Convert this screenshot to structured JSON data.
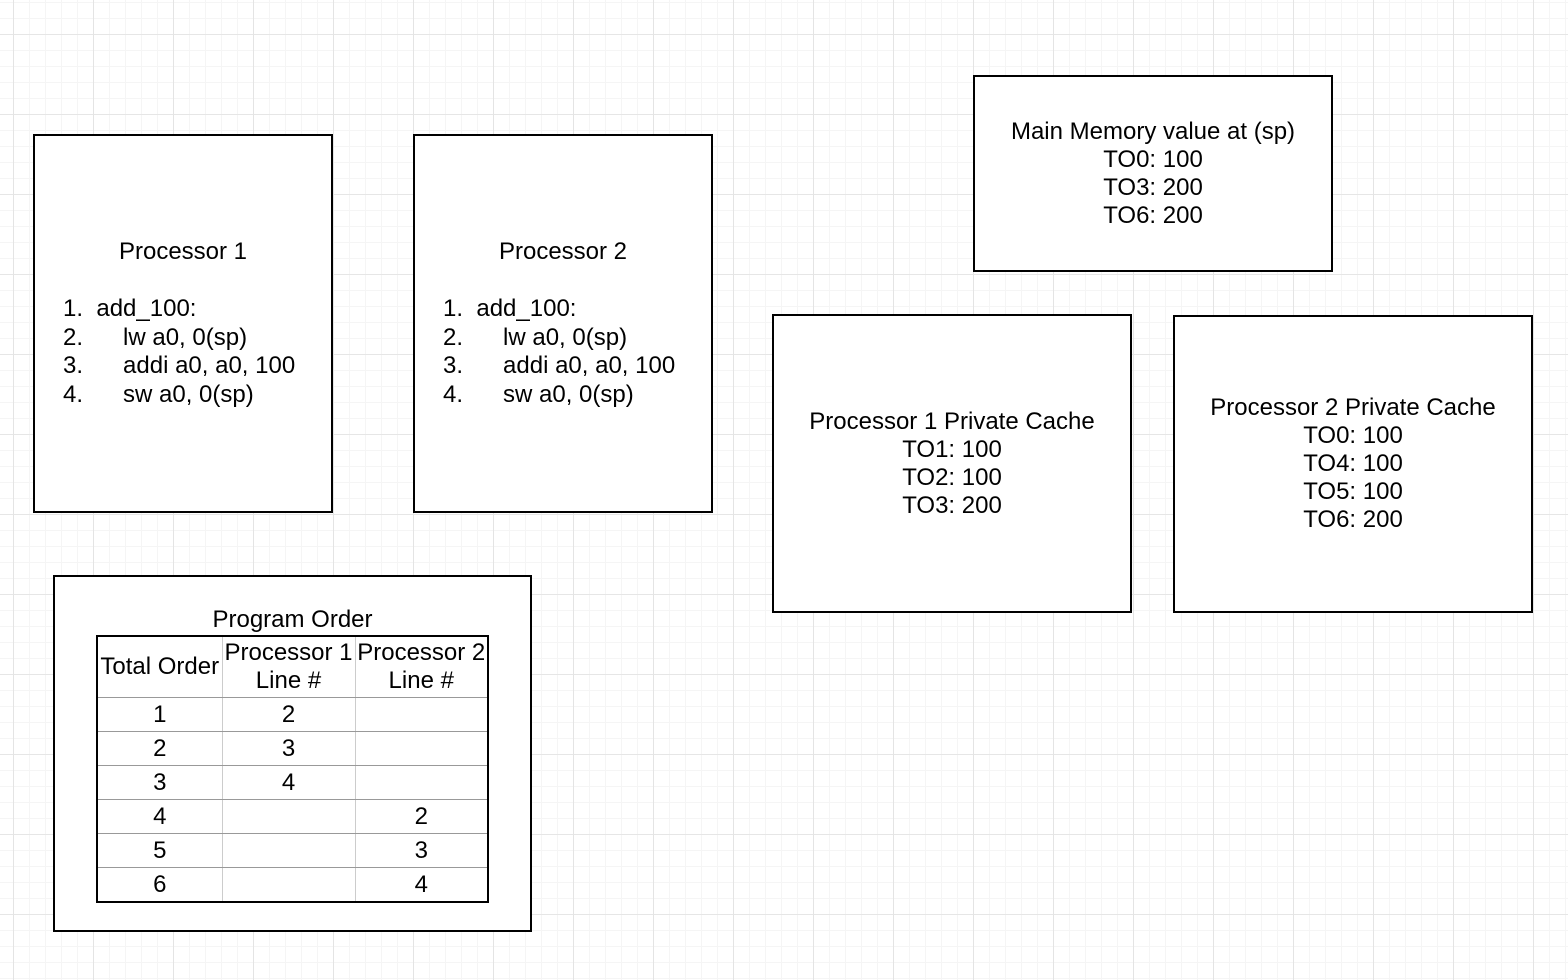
{
  "shapes": {
    "processor1": {
      "title": "Processor 1",
      "code_lines": [
        "1.  add_100:",
        "2.      lw a0, 0(sp)",
        "3.      addi a0, a0, 100",
        "4.      sw a0, 0(sp)"
      ]
    },
    "processor2": {
      "title": "Processor 2",
      "code_lines": [
        "1.  add_100:",
        "2.      lw a0, 0(sp)",
        "3.      addi a0, a0, 100",
        "4.      sw a0, 0(sp)"
      ]
    },
    "main_memory": {
      "title": "Main Memory value at (sp)",
      "entries": [
        "TO0: 100",
        "TO3: 200",
        "TO6: 200"
      ]
    },
    "p1_cache": {
      "title": "Processor 1 Private Cache",
      "entries": [
        "TO1: 100",
        "TO2: 100",
        "TO3: 200"
      ]
    },
    "p2_cache": {
      "title": "Processor 2 Private Cache",
      "entries": [
        "TO0: 100",
        "TO4: 100",
        "TO5: 100",
        "TO6: 200"
      ]
    }
  },
  "program_order": {
    "title": "Program Order",
    "headers": [
      [
        "Total Order",
        ""
      ],
      [
        "Processor 1",
        "Line #"
      ],
      [
        "Processor 2",
        "Line #"
      ]
    ],
    "rows": [
      [
        "1",
        "2",
        ""
      ],
      [
        "2",
        "3",
        ""
      ],
      [
        "3",
        "4",
        ""
      ],
      [
        "4",
        "",
        "2"
      ],
      [
        "5",
        "",
        "3"
      ],
      [
        "6",
        "",
        "4"
      ]
    ]
  }
}
